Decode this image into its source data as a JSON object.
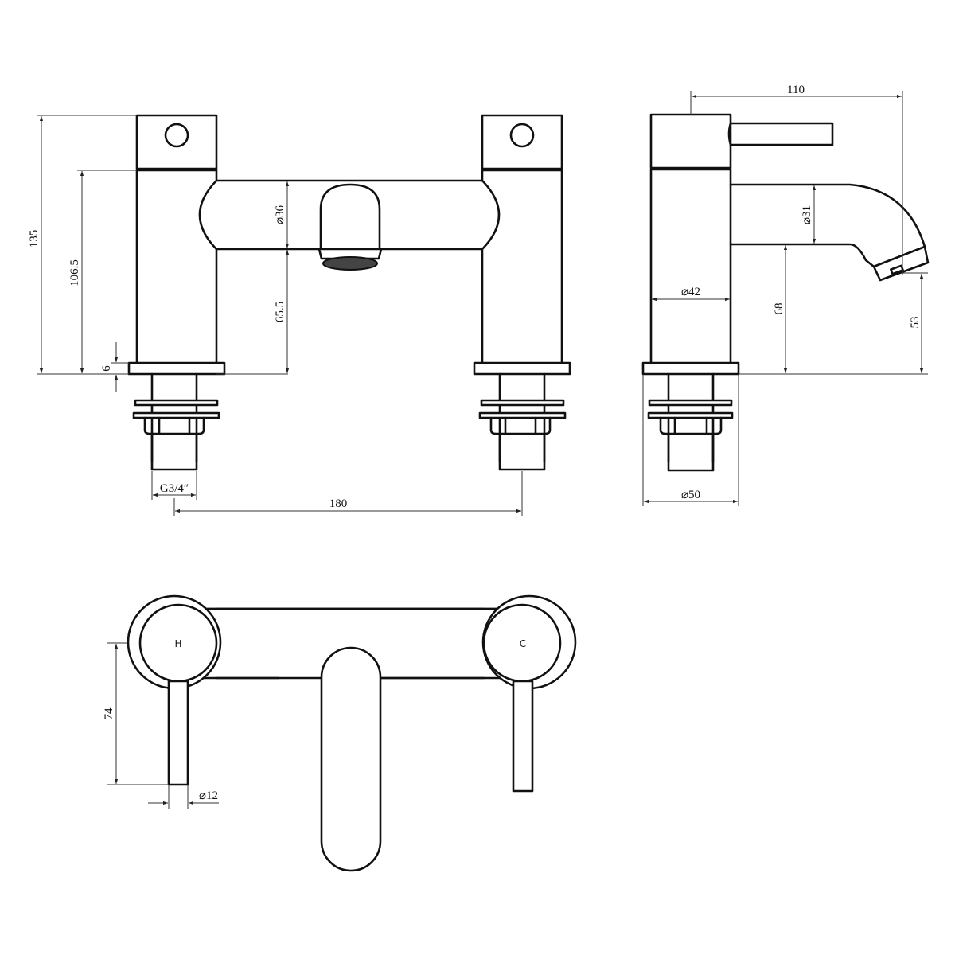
{
  "drawing": {
    "views": {
      "front": "front-elevation",
      "side": "side-elevation",
      "top": "plan-view"
    },
    "front_view": {
      "dim_total_height": "135",
      "dim_body_height": "106.5",
      "dim_spout_diameter": "⌀36",
      "dim_spout_height": "65.5",
      "dim_base_thickness": "6",
      "dim_thread": "G3/4″",
      "dim_centres": "180"
    },
    "side_view": {
      "dim_projection": "110",
      "dim_spout_diameter": "⌀31",
      "dim_body_diameter": "⌀42",
      "dim_spout_underside_height": "68",
      "dim_outlet_height": "53",
      "dim_base_diameter": "⌀50"
    },
    "top_view": {
      "hot_label": "H",
      "cold_label": "C",
      "dim_lever_length": "74",
      "dim_lever_diameter": "⌀12"
    },
    "colors": {
      "line": "#111111",
      "background": "#ffffff"
    }
  }
}
